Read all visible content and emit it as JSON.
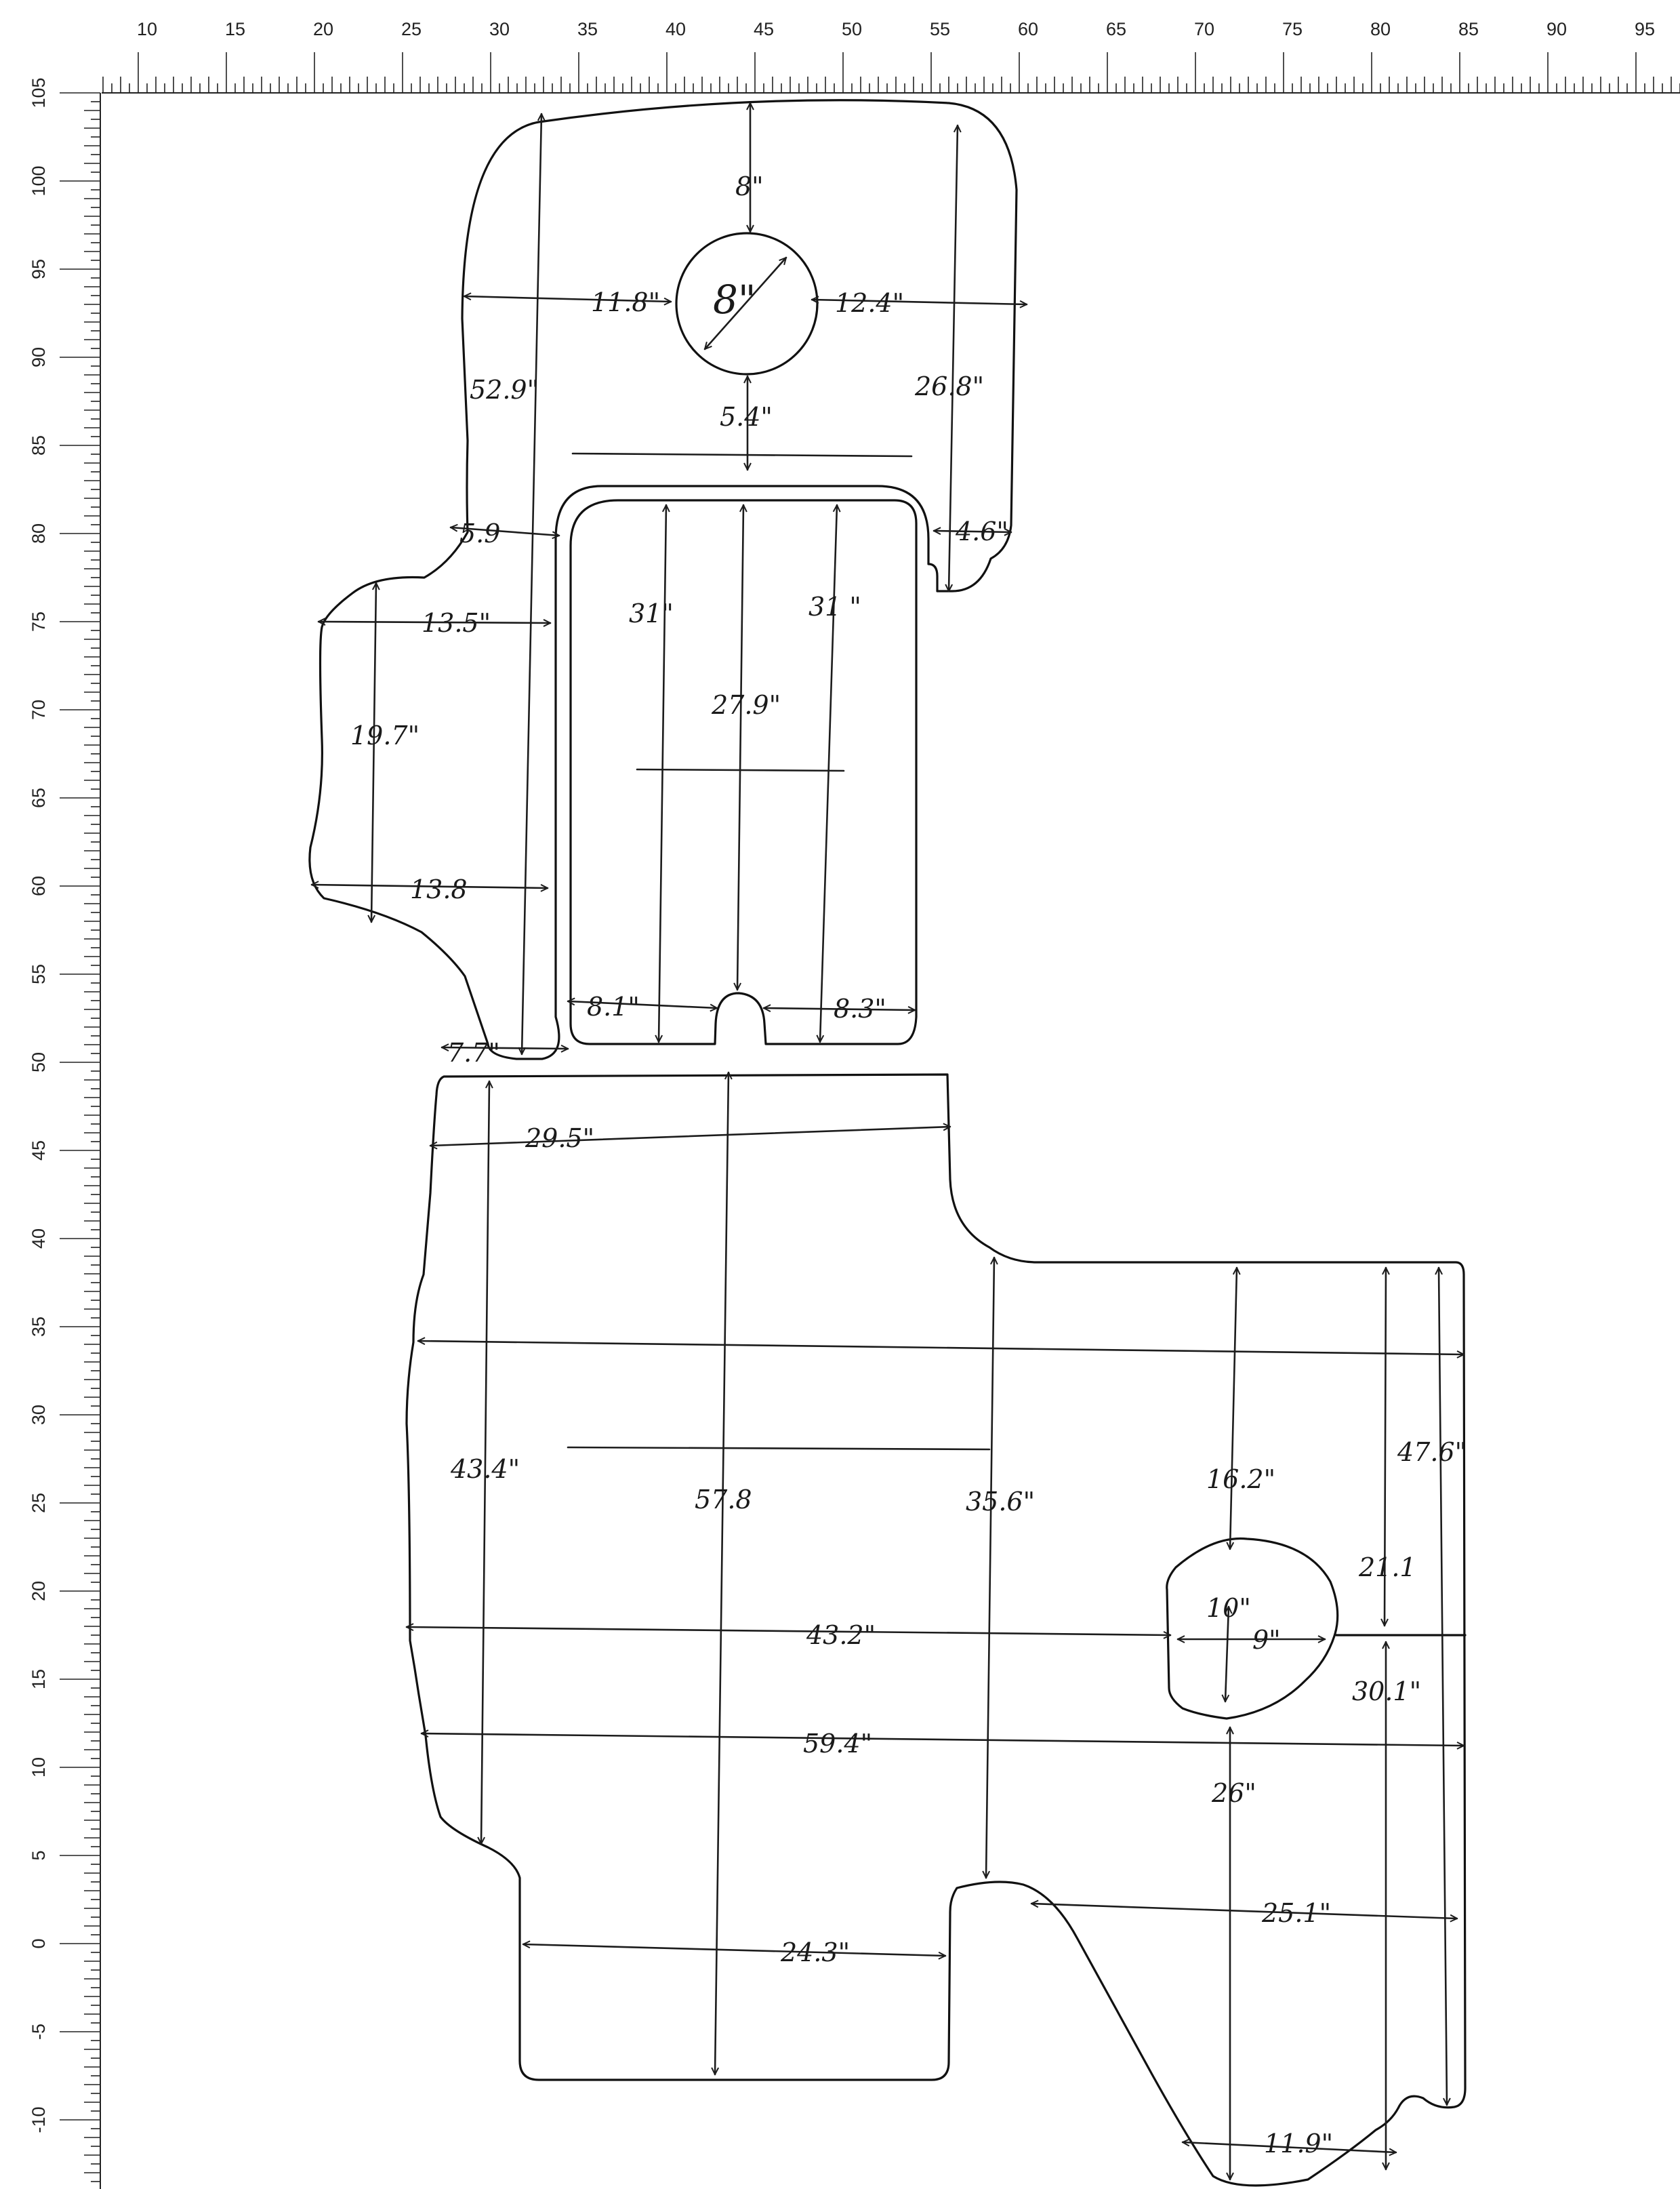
{
  "ruler": {
    "top_labels": [
      "10",
      "15",
      "20",
      "25",
      "30",
      "35",
      "40",
      "45",
      "50",
      "55",
      "60",
      "65",
      "70",
      "75",
      "80",
      "85",
      "90",
      "95"
    ],
    "left_labels": [
      "105",
      "100",
      "95",
      "90",
      "85",
      "80",
      "75",
      "70",
      "65",
      "60",
      "55",
      "50",
      "45",
      "40",
      "35",
      "30",
      "25",
      "20",
      "15",
      "10",
      "5",
      "0",
      "-5",
      "-10"
    ]
  },
  "upper_piece": {
    "labels": [
      "8\"",
      "8\"",
      "11.8\"",
      "12.4\"",
      "52.9\"",
      "26.8\"",
      "5.4\"",
      "5.9",
      "4.6\"",
      "13.5\"",
      "31\"",
      "31 \"",
      "27.9\"",
      "19.7\"",
      "13.8",
      "8.1\"",
      "8.3\"",
      "7.7\""
    ]
  },
  "lower_piece": {
    "labels": [
      "29.5\"",
      "43.4\"",
      "57.8",
      "35.6\"",
      "16.2\"",
      "47.6\"",
      "21.1",
      "10\"",
      "9\"",
      "43.2\"",
      "30.1\"",
      "59.4\"",
      "26\"",
      "25.1\"",
      "24.3\"",
      "11.9\""
    ]
  }
}
